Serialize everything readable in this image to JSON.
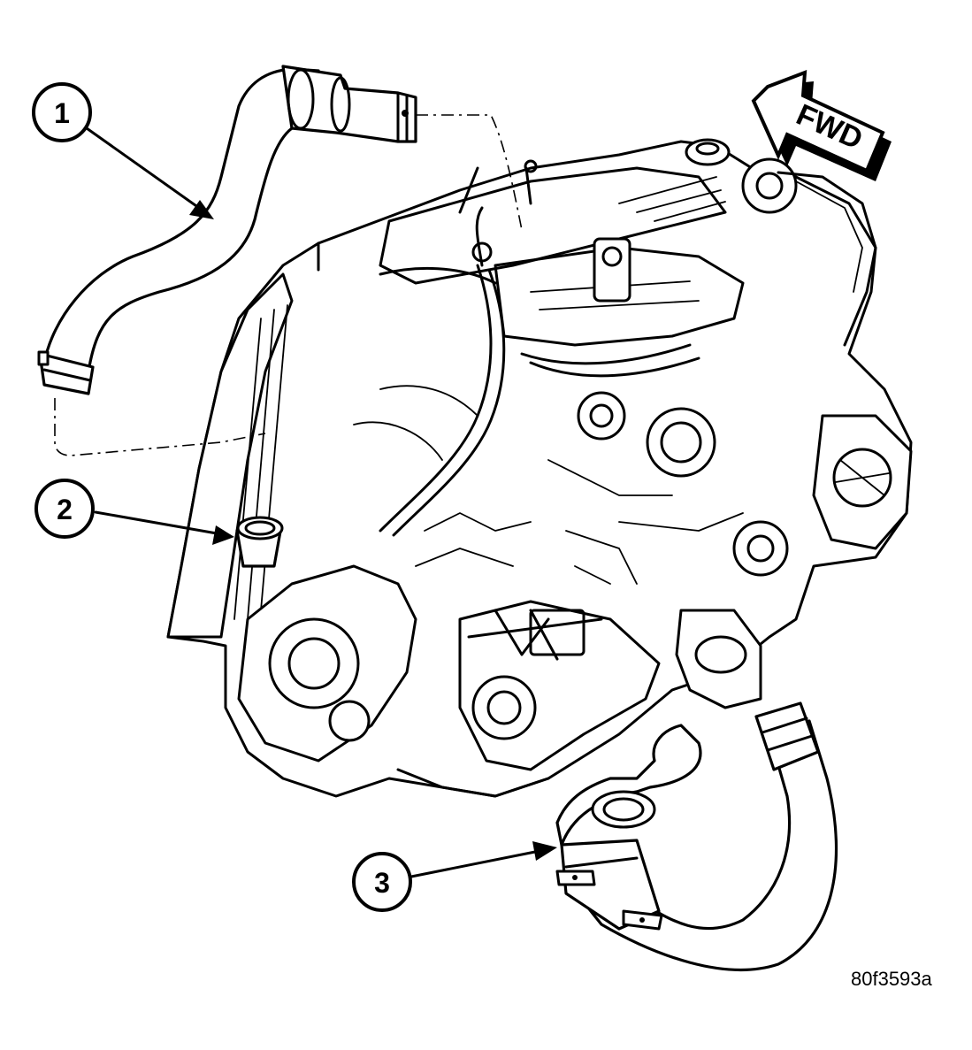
{
  "figure": {
    "id_label": "80f3593a"
  },
  "direction_arrow": {
    "label": "FWD"
  },
  "callouts": [
    {
      "number": "1"
    },
    {
      "number": "2"
    },
    {
      "number": "3"
    }
  ]
}
